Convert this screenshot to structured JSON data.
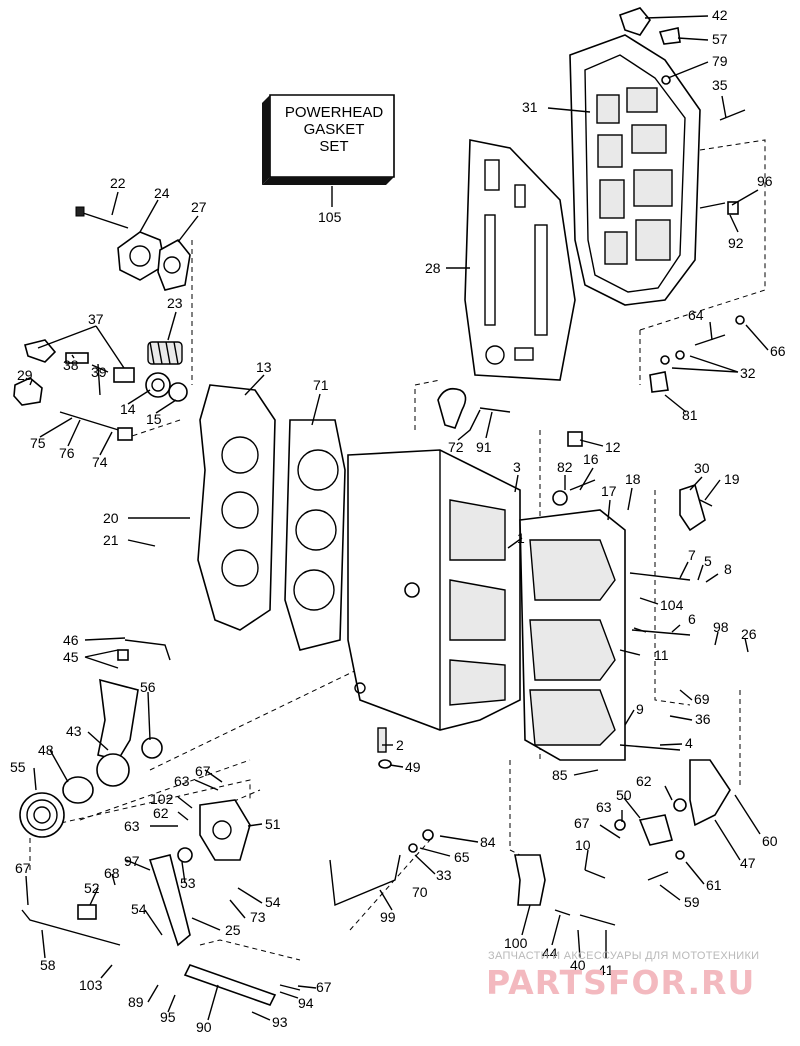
{
  "gasket_set": {
    "line1": "POWERHEAD",
    "line2": "GASKET",
    "line3": "SET",
    "number": "105"
  },
  "watermark": {
    "caption": "ЗАПЧАСТИ И АКСЕССУАРЫ ДЛЯ МОТОТЕХНИКИ",
    "logo": "PARTSFOR.RU"
  },
  "callouts": [
    "42",
    "57",
    "79",
    "35",
    "31",
    "96",
    "92",
    "28",
    "22",
    "24",
    "27",
    "23",
    "37",
    "38",
    "39",
    "29",
    "14",
    "15",
    "75",
    "76",
    "74",
    "13",
    "71",
    "72",
    "91",
    "12",
    "3",
    "82",
    "16",
    "18",
    "30",
    "19",
    "17",
    "1",
    "20",
    "21",
    "7",
    "5",
    "8",
    "104",
    "6",
    "98",
    "26",
    "11",
    "46",
    "45",
    "56",
    "69",
    "43",
    "48",
    "9",
    "36",
    "2",
    "49",
    "4",
    "55",
    "67",
    "63",
    "102",
    "62",
    "63",
    "51",
    "85",
    "62",
    "50",
    "63",
    "67",
    "84",
    "97",
    "68",
    "65",
    "52",
    "53",
    "54",
    "10",
    "33",
    "70",
    "73",
    "54",
    "25",
    "99",
    "67",
    "58",
    "103",
    "100",
    "44",
    "40",
    "41",
    "89",
    "95",
    "90",
    "93",
    "94",
    "67",
    "64",
    "66",
    "32",
    "81",
    "60",
    "47",
    "61",
    "59"
  ]
}
